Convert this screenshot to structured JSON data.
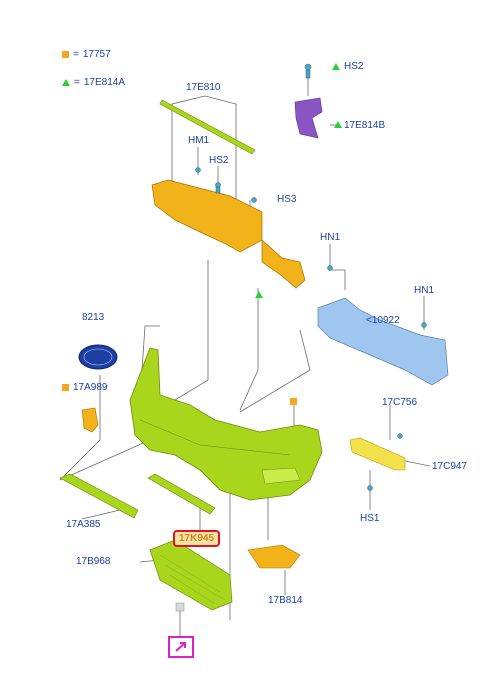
{
  "legend": {
    "square_code": "17757",
    "triangle_code": "17E814A"
  },
  "colors": {
    "label": "#1a3fa6",
    "bumper": "#a8d61c",
    "bracket": "#f2b21a",
    "beam": "#9fc6ee",
    "clip": "#8a55c2",
    "highlight_border": "#e3121b",
    "highlight_fill": "#fbe3a8",
    "nav_box": "#e21fc5"
  },
  "labels": {
    "l_17E810": "17E810",
    "l_HS2_top": "HS2",
    "l_17E814B": "17E814B",
    "l_HM1": "HM1",
    "l_HS2_mid": "HS2",
    "l_HS3": "HS3",
    "l_HN1_left": "HN1",
    "l_HN1_right": "HN1",
    "l_10922": "<10922",
    "l_8213": "8213",
    "l_17A989": "17A989",
    "l_17C756": "17C756",
    "l_17C947": "17C947",
    "l_HS1": "HS1",
    "l_17A385": "17A385",
    "l_17K945": "17K945",
    "l_17B968": "17B968",
    "l_17B814": "17B814"
  },
  "icons": {
    "legend_square": "orange-square-icon",
    "legend_triangle": "green-triangle-icon",
    "nav": "arrow-up-right-icon"
  }
}
